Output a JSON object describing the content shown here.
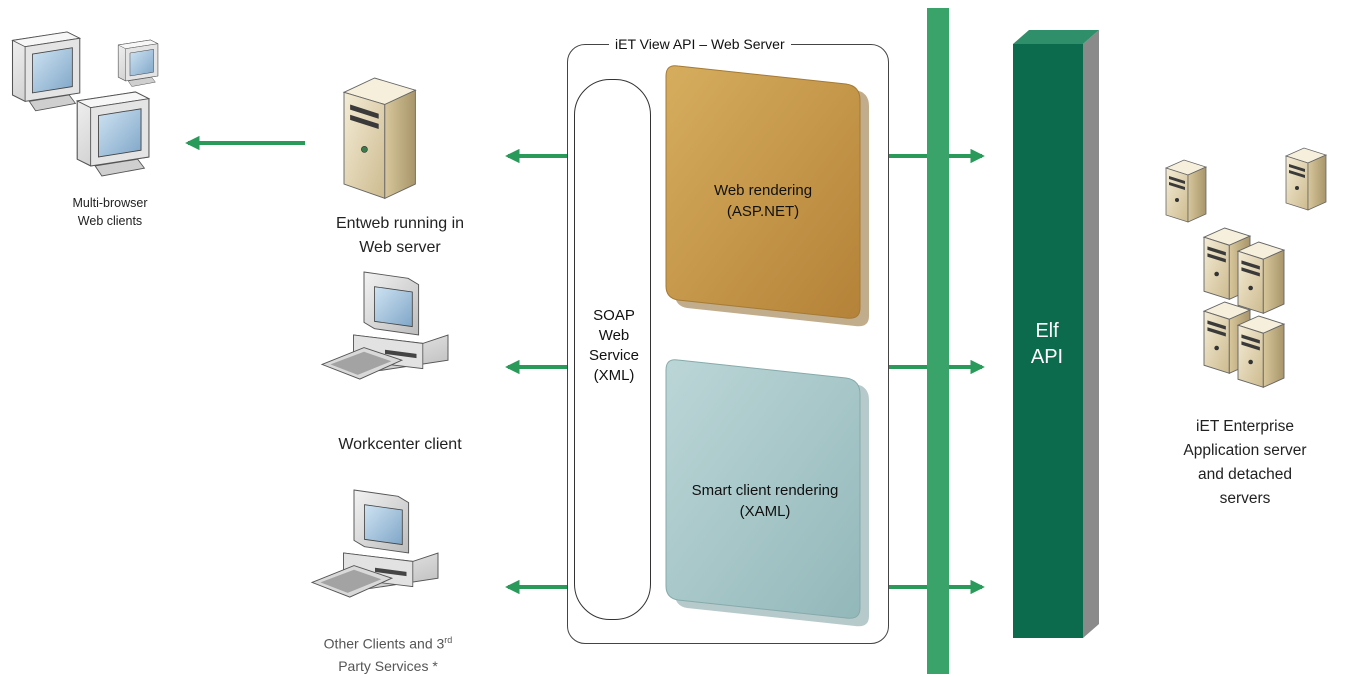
{
  "server": {
    "title": "iET View API – Web Server",
    "soap_lines": [
      "SOAP",
      "Web",
      "Service",
      "(XML)"
    ],
    "web_rendering": [
      "Web rendering",
      "(ASP.NET)"
    ],
    "smart_rendering": [
      "Smart client rendering",
      "(XAML)"
    ]
  },
  "elf": {
    "lines": [
      "Elf",
      "API"
    ]
  },
  "clients": {
    "multi_browser": [
      "Multi-browser",
      "Web clients"
    ],
    "entweb": [
      "Entweb running in",
      "Web server"
    ],
    "workcenter": "Workcenter client",
    "other": {
      "line1_prefix": "Other Clients and 3",
      "line1_sup": "rd",
      "line2": "Party Services *"
    }
  },
  "enterprise": [
    "iET Enterprise",
    "Application server",
    "and detached",
    "servers"
  ],
  "colors": {
    "arrow_green": "#2a9a5a",
    "bus_green": "#3aa36a",
    "elf_green": "#0b6b4c",
    "elf_shadow": "#8a8a8a",
    "web_tile": "#c49a4e",
    "smart_tile": "#a9c7c8"
  },
  "icons": [
    "monitor-icon",
    "server-tower-icon",
    "workstation-icon",
    "server-stack-icon"
  ]
}
